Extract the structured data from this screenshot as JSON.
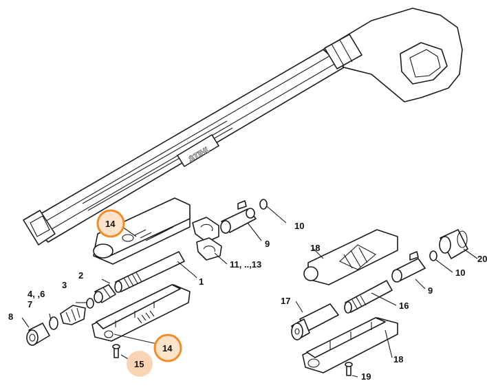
{
  "brand_logo_text": "STIHL",
  "highlight": {
    "strong_color": "#F28C28",
    "strong_fill": "#FCE3C9",
    "light_fill": "#FBD5B3"
  },
  "labels": {
    "l14_top": "14",
    "l14_bottom": "14",
    "l15": "15",
    "l2": "2",
    "l1": "1",
    "l3": "3",
    "l4_6": "4, ,6",
    "l7": "7",
    "l8": "8",
    "l9_a": "9",
    "l10_a": "10",
    "l11_13": "11, ..,13",
    "l18_top": "18",
    "l18_bottom": "18",
    "l17": "17",
    "l16": "16",
    "l9_b": "9",
    "l10_b": "10",
    "l20": "20",
    "l19": "19"
  }
}
